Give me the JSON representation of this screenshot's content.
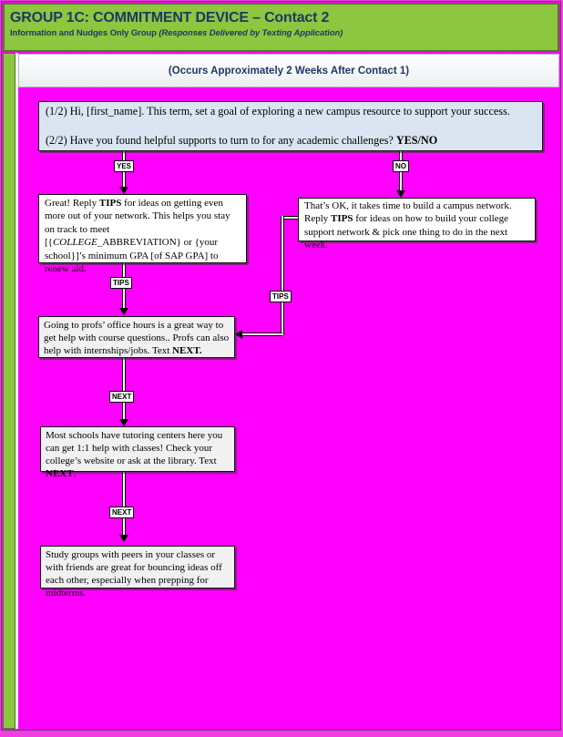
{
  "colors": {
    "header_green": "#8DC63F",
    "header_border_green": "#4D7A1F",
    "title_navy": "#1F3864",
    "canvas_magenta": "#FF00FF",
    "message_box_blue": "#DBE5F1",
    "info_box_gray": "#F1F1F1"
  },
  "header": {
    "title": "GROUP 1C: COMMITMENT DEVICE – Contact 2",
    "subtitle": "Information and Nudges Only Group ",
    "subtitle_italic": "(Responses Delivered by Texting Application)"
  },
  "banner": {
    "text": "(Occurs Approximately 2 Weeks After Contact 1)"
  },
  "flowchart": {
    "message_box": {
      "part1": "(1/2) Hi, [first_name]. This term, set a goal of exploring a new campus resource to support your success.",
      "part2": "(2/2) Have you found helpful supports to turn to for any academic challenges? ",
      "part2_bold": "YES/NO"
    },
    "branch_labels": {
      "yes": "YES",
      "no": "NO",
      "tips": "TIPS",
      "next": "NEXT"
    },
    "yes_reply_box": {
      "t1": "Great! Reply ",
      "b1": "TIPS",
      "t2": " for ideas on getting even more out of your network. This helps you stay on track to meet [{",
      "i1": "COLLEGE",
      "t3": "_ABBREVIATION} or {your school}]’s minimum GPA [of SAP GPA] to renew aid."
    },
    "no_reply_box": {
      "t1": "That’s OK, it takes time to build a campus network. Reply ",
      "b1": "TIPS",
      "t2": " for ideas on how to build your college support network & pick one thing to do in the next week."
    },
    "office_hours_box": {
      "t1": "Going to profs’ office hours is a great way to get help with course questions.. Profs can also help with internships/jobs. Text ",
      "b1": "NEXT."
    },
    "tutoring_box": {
      "t1": "Most schools have tutoring centers here you can get 1:1 help with classes! Check your college’s website or ask at the library. Text ",
      "b1": "NEXT",
      "t2": "."
    },
    "study_groups_box": {
      "t1": "Study groups with peers in your classes or with friends are great for bouncing ideas off each other, especially when prepping for midterms."
    }
  }
}
